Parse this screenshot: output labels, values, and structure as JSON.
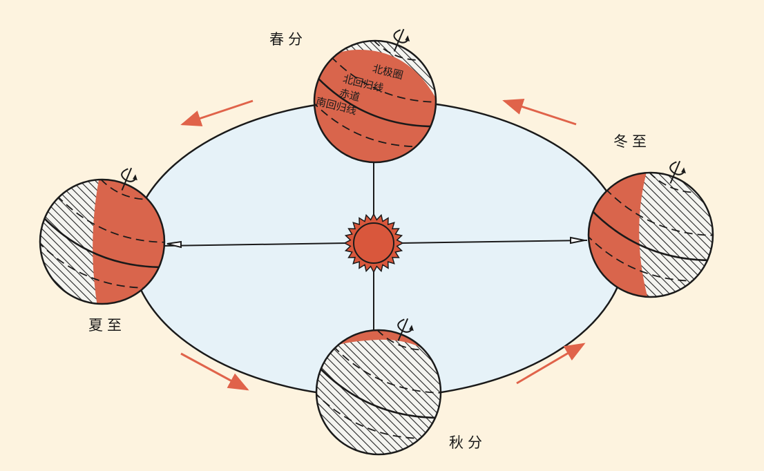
{
  "labels": {
    "spring_equinox": "春分",
    "summer_solstice": "夏至",
    "autumn_equinox": "秋分",
    "winter_solstice": "冬至"
  },
  "globe_labels": {
    "arctic_circle": "北极圈",
    "tropic_of_cancer": "北回归线",
    "equator": "赤道",
    "tropic_of_capricorn": "南回归线"
  },
  "colors": {
    "background": "#fdf3df",
    "orbit_fill": "#e6f2f8",
    "lit_side": "#d9654c",
    "arrow": "#e0634a",
    "sun": "#d9573c"
  }
}
